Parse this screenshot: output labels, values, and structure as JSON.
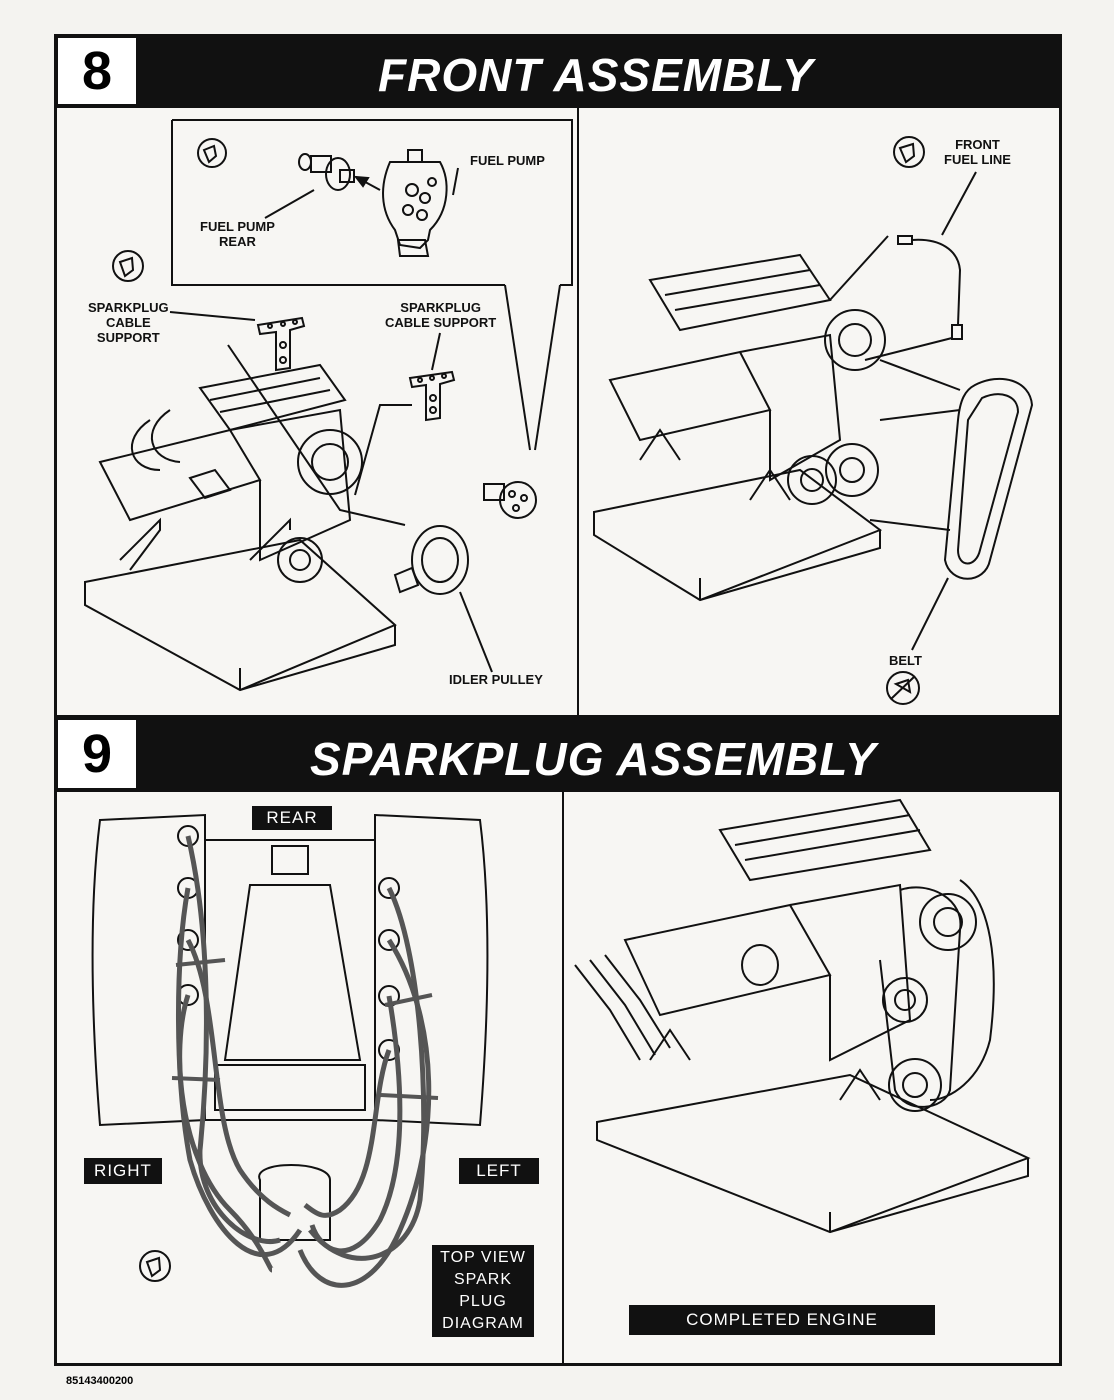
{
  "step8": {
    "number": "8",
    "title": "FRONT ASSEMBLY",
    "labels": {
      "fuel_pump": "FUEL PUMP",
      "fuel_pump_rear": "FUEL PUMP\nREAR",
      "sparkplug_cable_support_left": "SPARKPLUG\nCABLE\nSUPPORT",
      "sparkplug_cable_support_right": "SPARKPLUG\nCABLE SUPPORT",
      "idler_pulley": "IDLER PULLEY",
      "front_fuel_line": "FRONT\nFUEL LINE",
      "belt": "BELT"
    }
  },
  "step9": {
    "number": "9",
    "title": "SPARKPLUG ASSEMBLY",
    "labels": {
      "rear": "REAR",
      "right": "RIGHT",
      "left": "LEFT",
      "top_view": "TOP VIEW\nSPARK PLUG\nDIAGRAM",
      "completed_engine": "COMPLETED ENGINE"
    }
  },
  "footer": {
    "part_code": "85143400200"
  }
}
